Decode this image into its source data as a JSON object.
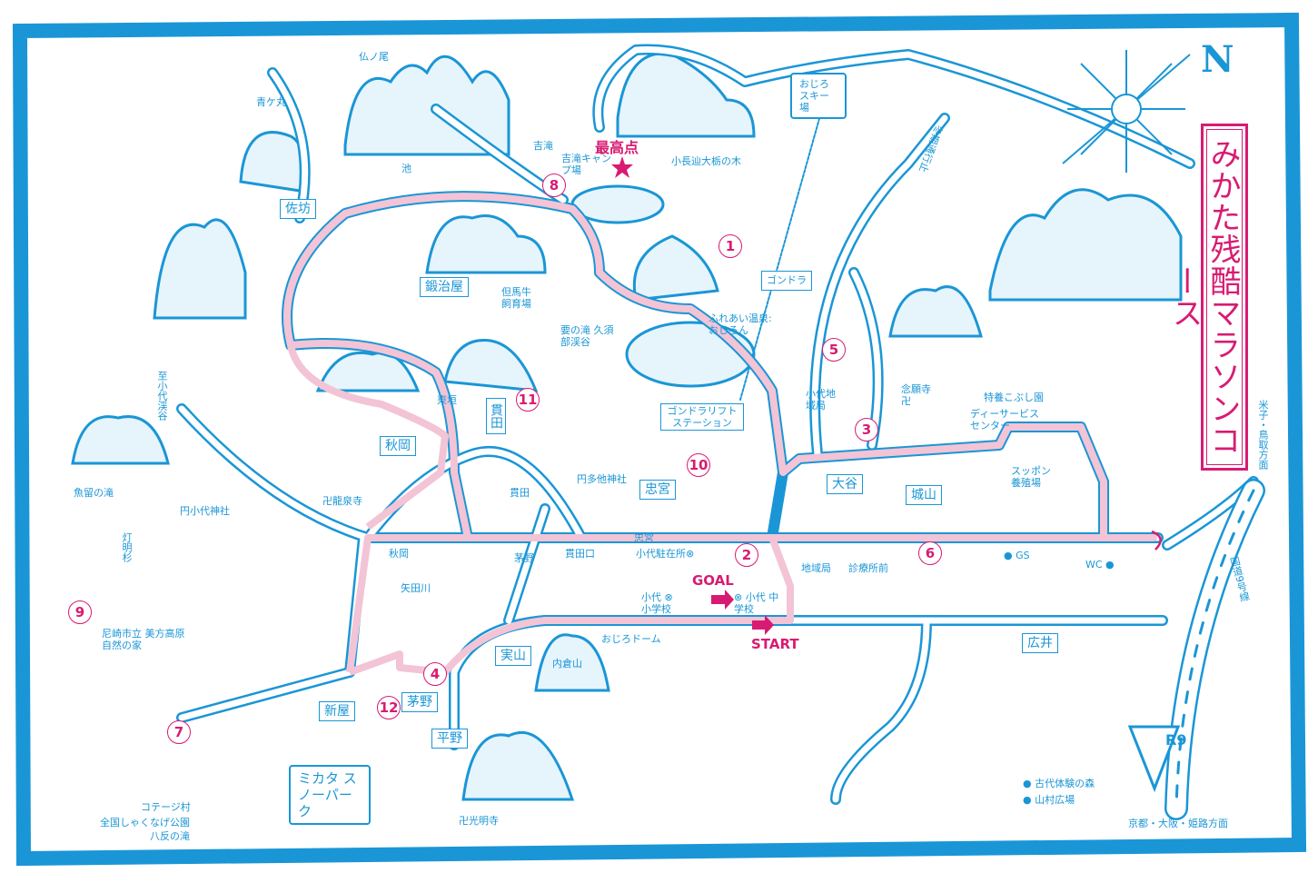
{
  "title": "みかた残酷マラソンコース",
  "north_label": "N",
  "colors": {
    "road": "#1a96d6",
    "route": "#f2c4d6",
    "accent": "#d81b72",
    "mountain_fill": "#e6f4fc"
  },
  "markers": {
    "summit": "最高点",
    "goal": "GOAL",
    "start": "START",
    "checkpoints": [
      "1",
      "2",
      "3",
      "4",
      "5",
      "6",
      "7",
      "8",
      "9",
      "10",
      "11",
      "12"
    ]
  },
  "district_boxes": {
    "sabou": "佐坊",
    "kajiya": "鍛治屋",
    "nukita_v": "貫田",
    "akioka": "秋岡",
    "tadamiya": "忠宮",
    "ootani": "大谷",
    "shiroyama": "城山",
    "hiroi": "広井",
    "jitsuyama": "実山",
    "araya": "新屋",
    "kayano": "茅野",
    "hirano": "平野",
    "gondola": "ゴンドラ",
    "gondola_station": "ゴンドラリフトステーション"
  },
  "places": {
    "hotokenoo": "仏ノ尾",
    "aogamaru": "青ケ丸",
    "ike": "池",
    "yoshidaki": "吉滝",
    "yoshidaki_camp": "吉滝キャンプ場",
    "tochinoki": "小長辿大栃の木",
    "tajima_ushi": "但馬牛飼育場",
    "kaname_taki": "要の滝 久須部渓谷",
    "fureai_onsen": "ふれあい温泉:おじろん",
    "ojiro_ski": "おじろスキー場",
    "winter_closed": "冬期通行止",
    "kodai_post": "小代地域局",
    "nenganji": "念願寺 卍",
    "kobushi": "特養こぶし園",
    "day_service": "ディーサービス センター",
    "kodai_valley": "至小代渓谷",
    "higashigaki": "東垣",
    "uodome": "魚留の滝",
    "ryusenji": "卍龍泉寺",
    "nukita": "貫田",
    "tatashi_shrine": "円多他神社",
    "suppon": "スッポン養殖場",
    "kodai_shrine": "円小代神社",
    "toumyousugi": "灯明杉",
    "akioka_stop": "秋岡",
    "yadagawa": "矢田川",
    "kayano_stop": "茅野",
    "nukitaguchi": "貫田口",
    "tadamiya_stop": "忠宮",
    "police": "小代駐在所⊗",
    "elementary": "小代 ⊗ 小学校",
    "junior_high": "⊗ 小代 中学校",
    "post_office": "地域局",
    "clinic": "診療所前",
    "gs": "● GS",
    "wc": "WC ●",
    "ojiro_dome": "おじろドーム",
    "nature_house": "尼崎市立 美方高原自然の家",
    "uchikurayama": "内倉山",
    "koumyouji": "卍光明寺",
    "cottage": "コテージ村",
    "shakunage": "全国しゃくなげ公園",
    "hattan": "八反の滝",
    "snow_park": "ミカタ スノーパーク",
    "kodai_forest": "● 古代体験の森",
    "sanson": "● 山村広場",
    "kyoto_dir": "京都・大阪・姫路方面",
    "yonago_dir": "米子・鳥取方面",
    "route9": "国道9号線",
    "r9_sign": "R9"
  }
}
